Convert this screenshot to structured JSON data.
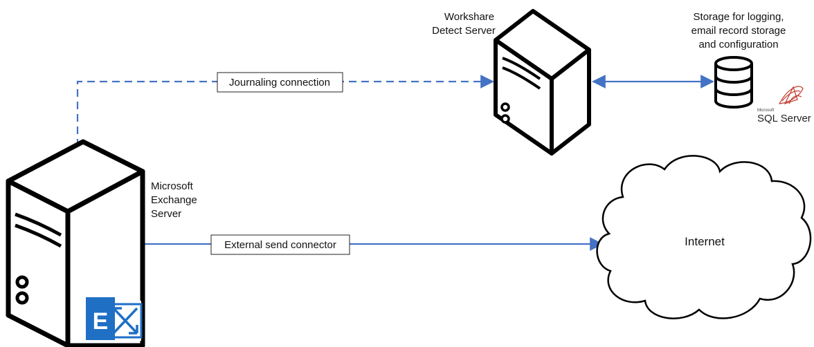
{
  "colors": {
    "connector": "#4472c4",
    "outline": "#000000",
    "exchange_blue": "#1f6fc5",
    "sql_red": "#c0392b"
  },
  "nodes": {
    "workshare": {
      "label_line1": "Workshare",
      "label_line2": "Detect Server",
      "icon": "server-icon"
    },
    "storage": {
      "label_line1": "Storage for logging,",
      "label_line2": "email record storage",
      "label_line3": "and configuration",
      "icon": "database-icon"
    },
    "sql_server": {
      "brand_small": "Microsoft",
      "brand_large": "SQL Server",
      "icon": "sql-server-logo"
    },
    "exchange": {
      "label_line1": "Microsoft",
      "label_line2": "Exchange",
      "label_line3": "Server",
      "icon": "server-icon",
      "logo_letter": "E"
    },
    "internet": {
      "label": "Internet",
      "icon": "cloud-icon"
    }
  },
  "connections": {
    "journaling": {
      "label": "Journaling connection",
      "style": "dashed"
    },
    "external": {
      "label": "External send connector",
      "style": "solid"
    },
    "storage_link": {
      "style": "solid",
      "direction": "bidirectional"
    }
  }
}
